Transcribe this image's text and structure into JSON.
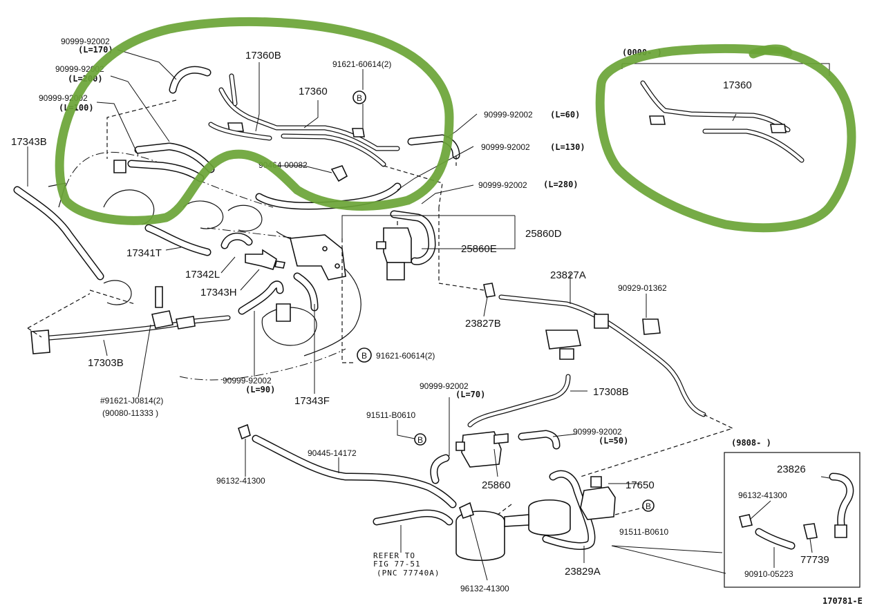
{
  "labels": {
    "p90999_92002_a": "90999-92002",
    "l170": "(L=170)",
    "p90999_92002_b": "90999-92002",
    "l200_b": "(L=200)",
    "p90999_92002_c": "90999-92002",
    "l100": "(L=100)",
    "p17343b": "17343B",
    "p17360b": "17360B",
    "p17360": "17360",
    "p91621_60614_top": "91621-60614(2)",
    "p90999_92002_l60": "90999-92002",
    "l60": "(L=60)",
    "p90999_92002_l130": "90999-92002",
    "l130": "(L=130)",
    "p90999_92002_l280": "90999-92002",
    "l280": "(L=280)",
    "p90464_00082": "90464-00082",
    "p25860d": "25860D",
    "p25860e": "25860E",
    "p17341t": "17341T",
    "p17342l": "17342L",
    "p17343h": "17343H",
    "p23827a": "23827A",
    "p90929_01362": "90929-01362",
    "p23827b": "23827B",
    "p17303b": "17303B",
    "p91621_60614_mid": "91621-60614(2)",
    "p90999_92002_l90": "90999-92002",
    "l90": "(L=90)",
    "p17343f": "17343F",
    "p91621_j0814": "#91621-J0814(2)",
    "p90080_11333": "(90080-11333    )",
    "p90999_92002_l70": "90999-92002",
    "l70": "(L=70)",
    "p17308b": "17308B",
    "p91511_b0610_a": "91511-B0610",
    "p90999_92002_l50": "90999-92002",
    "l50": "(L=50)",
    "p90445_14172": "90445-14172",
    "p96132_41300_a": "96132-41300",
    "p25860": "25860",
    "p17650": "17650",
    "p91511_b0610_b": "91511-B0610",
    "refer1": "REFER TO",
    "refer2": "FIG 77-51",
    "refer3": "(PNC 77740A)",
    "p96132_41300_b": "96132-41300",
    "p23829a": "23829A",
    "p9808": "(9808-        )",
    "p0000": "(0000-      )",
    "p17360_right": "17360",
    "p23826": "23826",
    "p96132_41300_c": "96132-41300",
    "p77739": "77739",
    "p90910_05223": "90910-05223",
    "fig_id": "170781-E",
    "marker": "B"
  },
  "colors": {
    "annotation_circle": "#6aa436",
    "ink": "#111111",
    "background": "#ffffff"
  }
}
